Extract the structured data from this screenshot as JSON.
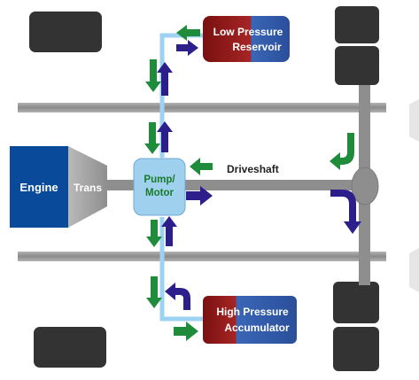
{
  "components": {
    "engine": {
      "label": "Engine"
    },
    "trans": {
      "label": "Trans"
    },
    "pump_motor": {
      "line1": "Pump/",
      "line2": "Motor"
    },
    "driveshaft": {
      "label": "Driveshaft"
    },
    "low_pressure_reservoir": {
      "line1": "Low Pressure",
      "line2": "Reservoir"
    },
    "high_pressure_accumulator": {
      "line1": "High Pressure",
      "line2": "Accumulator"
    }
  },
  "colors": {
    "engine_blue": "#0a4a9a",
    "pump_light_blue": "#9fd1ef",
    "hydraulic_line": "#9dd2f3",
    "flow_green": "#1e8c3a",
    "flow_purple": "#2c1f8c",
    "frame_gray": "#8c8c8c",
    "tire_dark": "#333333",
    "tank_red": "#8e1a1a",
    "tank_blue": "#2f64b8"
  },
  "legend": {
    "green_arrows": "flow-green",
    "purple_arrows": "flow-purple"
  }
}
